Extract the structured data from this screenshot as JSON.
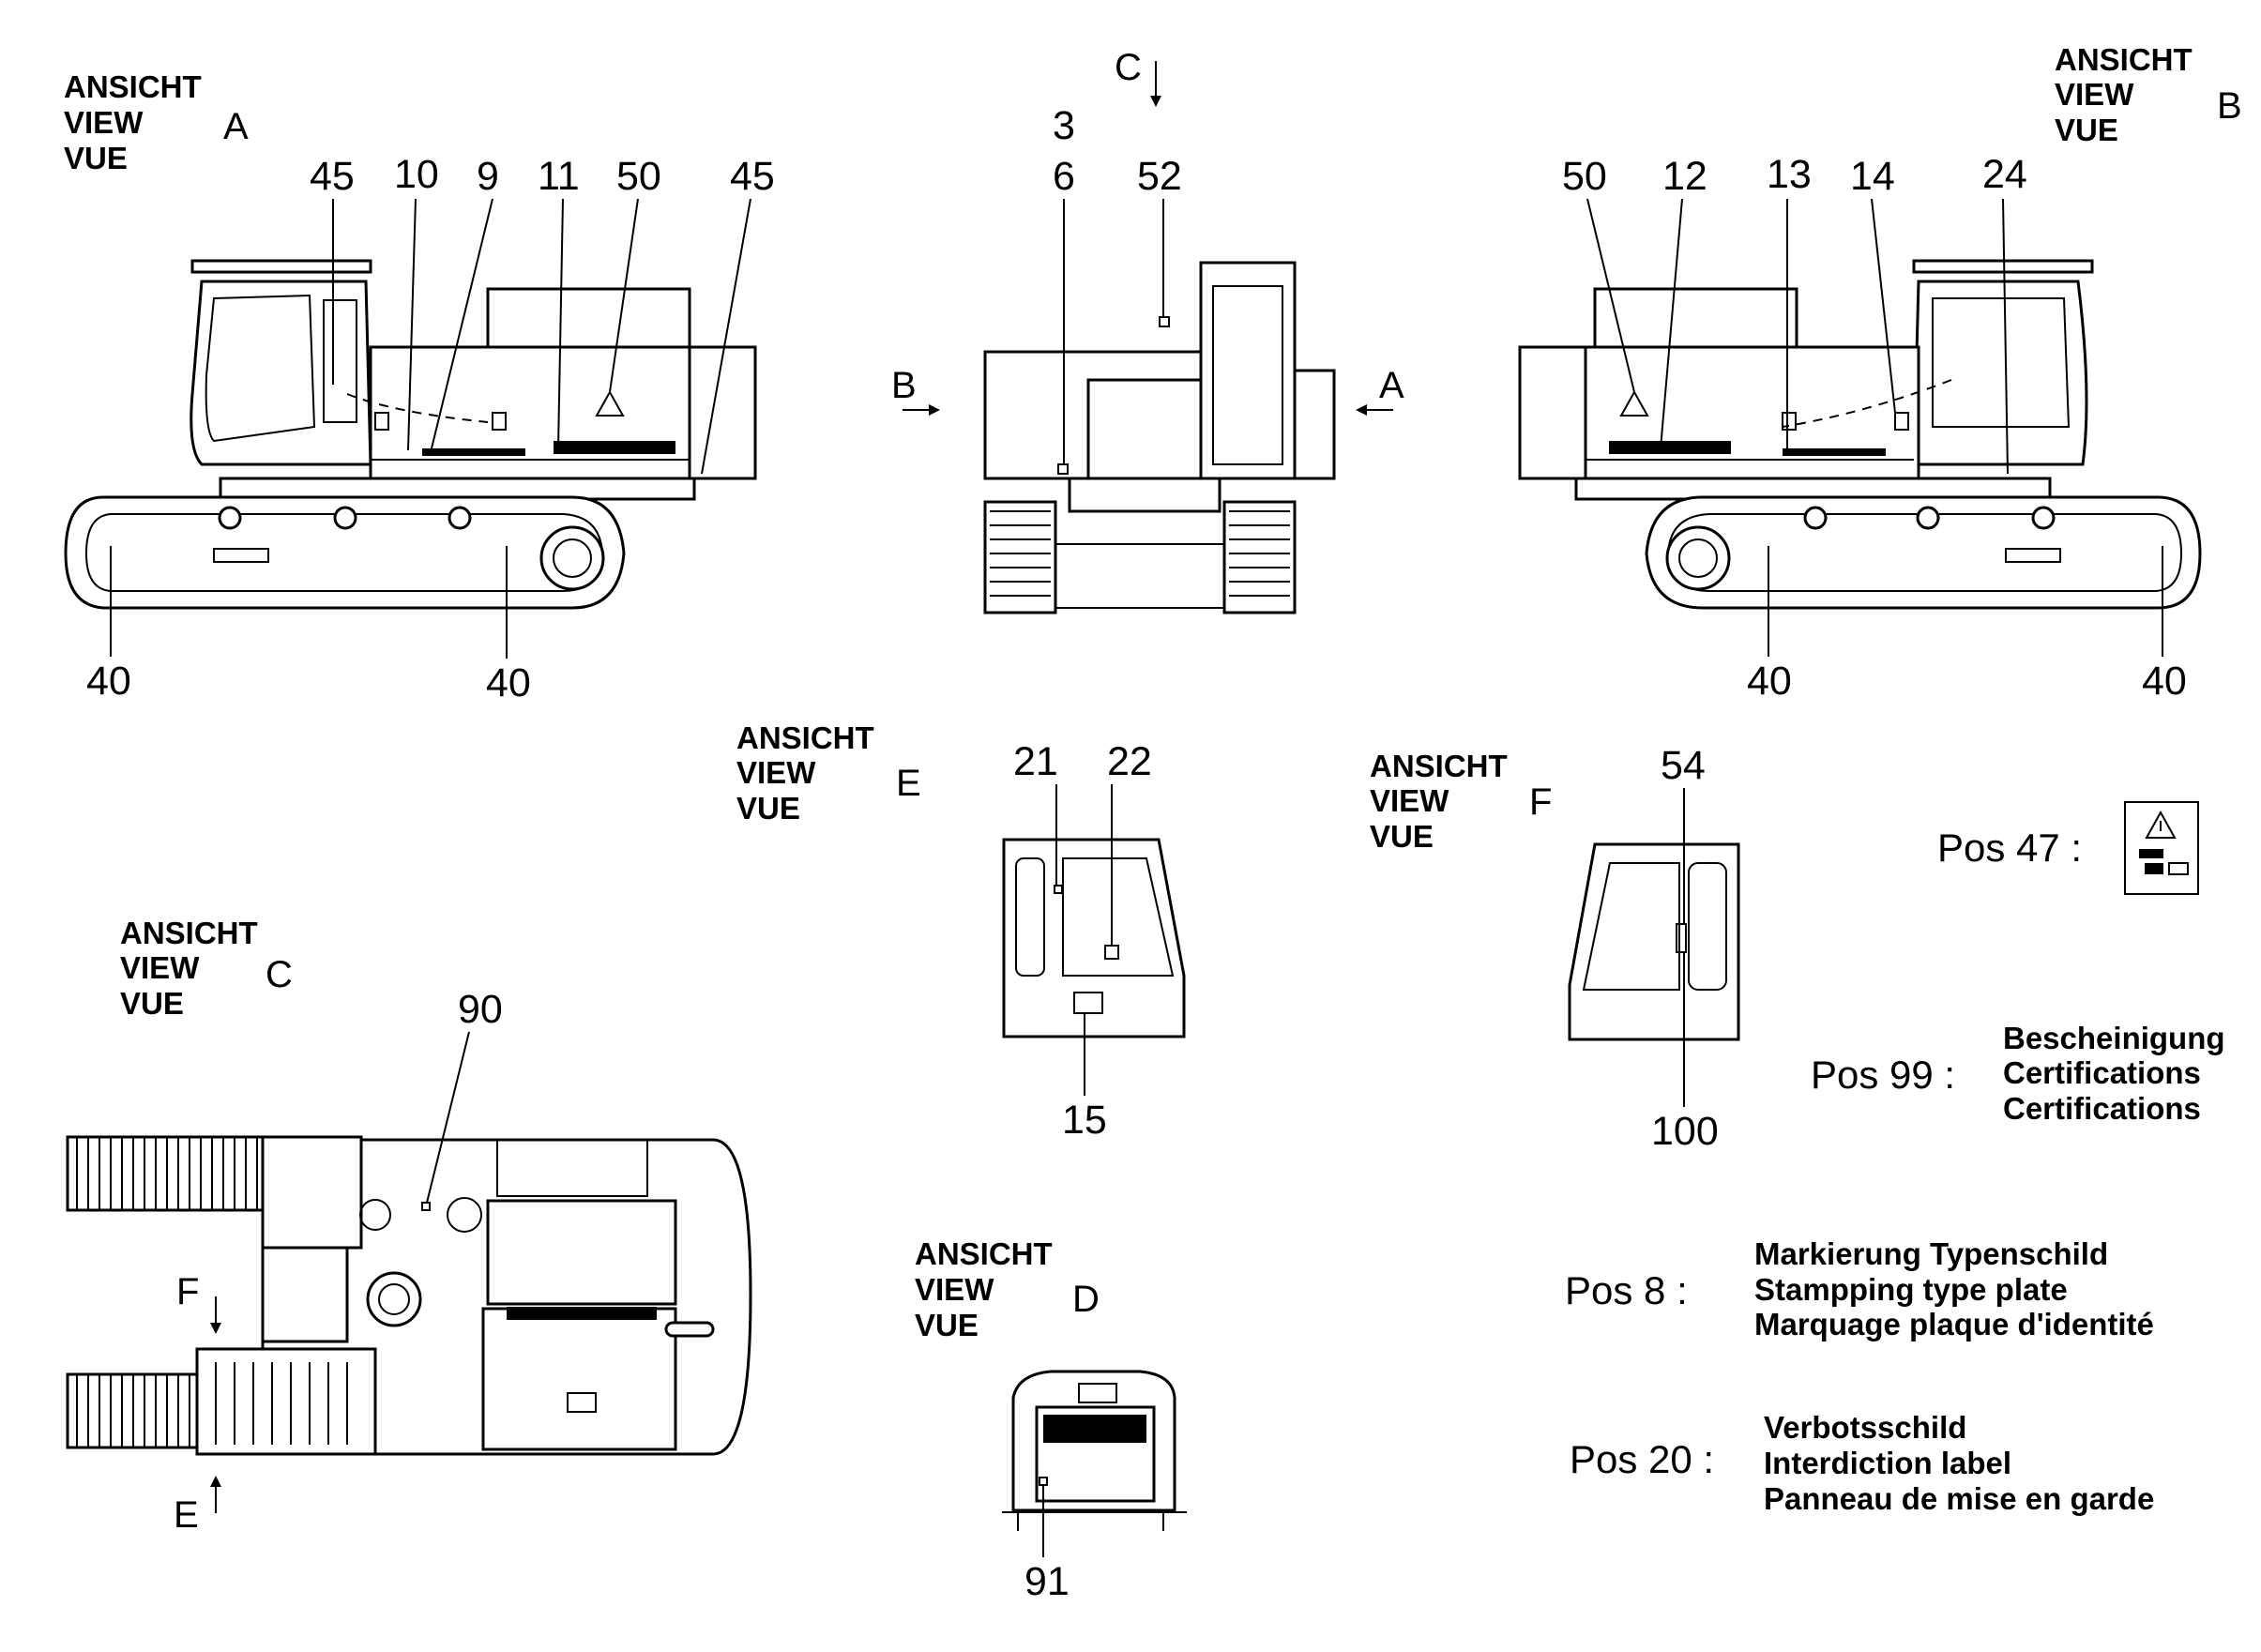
{
  "view_keywords": [
    "ANSICHT",
    "VIEW",
    "VUE"
  ],
  "views": {
    "A": "A",
    "B": "B",
    "C": "C",
    "D": "D",
    "E": "E",
    "F": "F"
  },
  "direction_arrows": {
    "top_c": "C",
    "left_b": "B",
    "right_a": "A",
    "plan_f": "F",
    "plan_e": "E"
  },
  "callouts": {
    "view_a": [
      "45",
      "10",
      "9",
      "11",
      "50",
      "45",
      "40",
      "40"
    ],
    "front": [
      "3",
      "6",
      "52"
    ],
    "view_b": [
      "50",
      "12",
      "13",
      "14",
      "24",
      "40",
      "40"
    ],
    "view_e": [
      "21",
      "22",
      "15"
    ],
    "view_f": [
      "54",
      "100"
    ],
    "view_c": [
      "90"
    ],
    "view_d": [
      "91"
    ]
  },
  "legend": [
    {
      "pos": "Pos 47 :",
      "lines": []
    },
    {
      "pos": "Pos 99 :",
      "lines": [
        "Bescheinigung",
        "Certifications",
        "Certifications"
      ]
    },
    {
      "pos": "Pos 8 :",
      "lines": [
        "Markierung Typenschild",
        "Stampping type plate",
        "Marquage plaque d'identité"
      ]
    },
    {
      "pos": "Pos 20 :",
      "lines": [
        "Verbotsschild",
        "Interdiction label",
        "Panneau de mise en garde"
      ]
    }
  ],
  "icons": [
    "warning-triangle-icon",
    "safety-pictogram-icon"
  ]
}
